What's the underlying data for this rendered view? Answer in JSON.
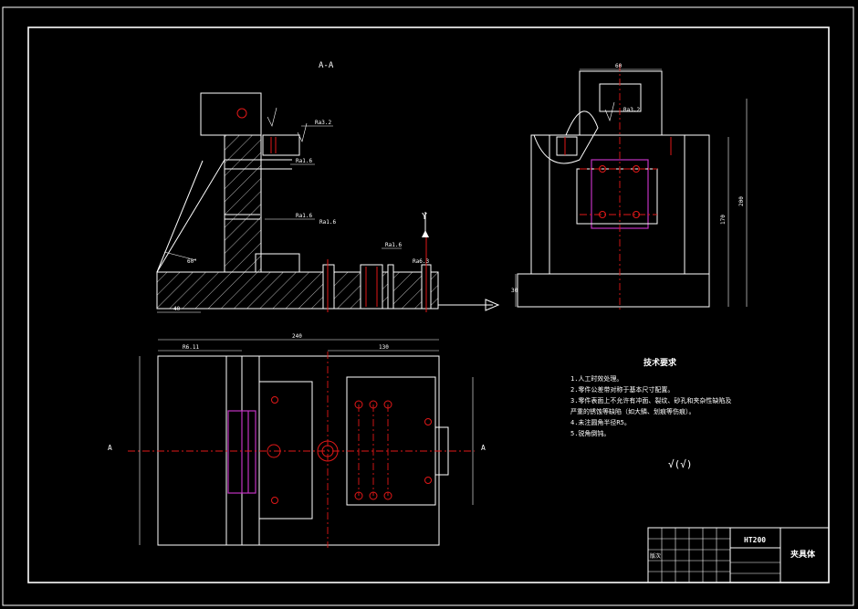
{
  "drawing": {
    "section_label": "A-A",
    "view_arrow_label": "Y",
    "cut_label_left": "A",
    "cut_label_right": "A",
    "material": "HT200",
    "part_name": "夹具体",
    "tech_req_title": "技术要求",
    "tech_req_items": [
      "1.人工时效处理。",
      "2.零件公差带对称于基本尺寸配置。",
      "3.零件表面上不允许有冲面、裂纹、砂孔和夹杂性缺陷及",
      "严重的锈蚀等缺陷（如大鳞、划痕等伤痕）。",
      "4.未注圆角半径R5。",
      "5.锐角倒钝。"
    ],
    "roughness_symbol": "√(√)",
    "top_dims": {
      "overall": "240",
      "right": "130",
      "left_part": "R6.11"
    },
    "front_dims": {
      "width": "60",
      "height": "170",
      "overall_height": "200",
      "base": "30"
    },
    "section_dims": {
      "angle": "60°",
      "base_left": "40"
    },
    "roughness_labels": [
      "Ra3.2",
      "Ra1.6",
      "Ra1.6",
      "Ra1.6",
      "Ra6.3",
      "Ra1.6",
      "Ra3.2"
    ],
    "title_block_label": "版次"
  },
  "colors": {
    "background": "#000000",
    "lines": "#ffffff",
    "centerline": "#e01818",
    "highlight": "#c032c0",
    "dimension_text": "#ffff00"
  }
}
